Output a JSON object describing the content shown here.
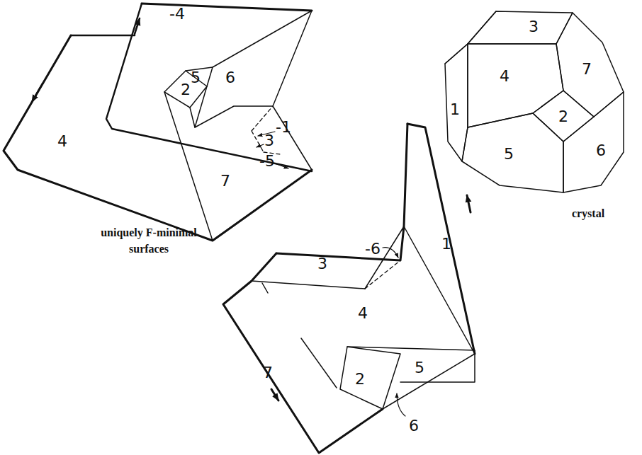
{
  "diagram": {
    "labels": [
      "-4",
      "5",
      "6",
      "2",
      "4",
      "-1",
      "3",
      "-5",
      "7",
      "3",
      "4",
      "7",
      "1",
      "2",
      "5",
      "6",
      "crystal",
      "uniquely F-minimal surfaces",
      "-6",
      "1",
      "3",
      "4",
      "7",
      "2",
      "5",
      "6"
    ]
  }
}
